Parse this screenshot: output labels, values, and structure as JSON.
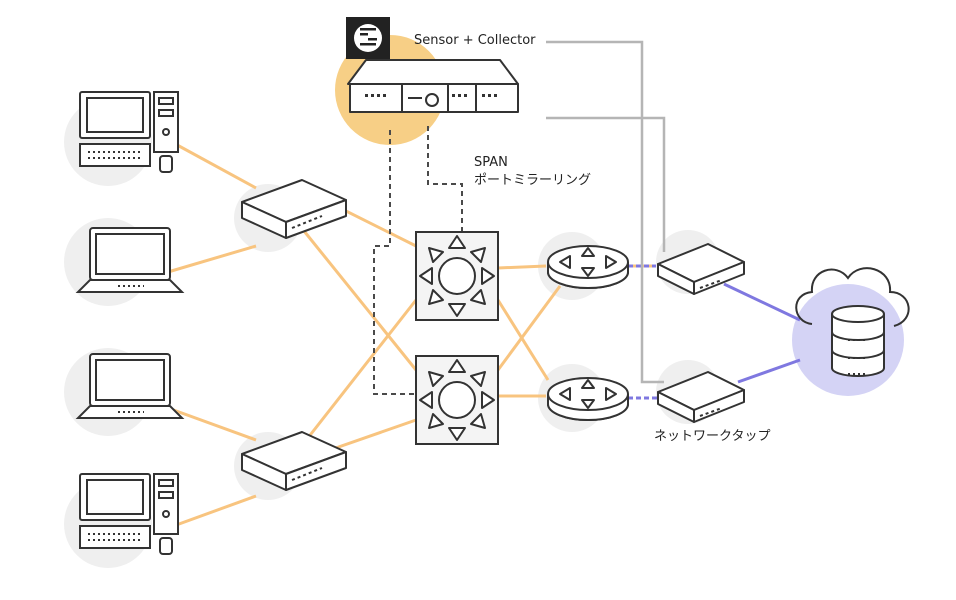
{
  "labels": {
    "sensor_collector": "Sensor + Collector",
    "span_line1": "SPAN",
    "span_line2": "ポートミラーリング",
    "network_tap": "ネットワークタップ"
  },
  "icons": {
    "logo": "g-logo-icon",
    "sensor": "sensor-appliance-icon",
    "desktop": "desktop-pc-icon",
    "laptop": "laptop-icon",
    "access_switch": "access-switch-icon",
    "core_switch": "core-switch-icon",
    "router": "router-icon",
    "tap": "network-tap-icon",
    "cloud_db": "cloud-database-icon"
  },
  "colors": {
    "orange_link": "#f8c47f",
    "purple_link": "#7f78e0",
    "gray_link": "#b5b5b5",
    "span_dashed": "#4a4a4a",
    "sensor_highlight": "#f7cf86",
    "cloud_highlight": "#d4d3f5",
    "device_circle": "#efefef"
  }
}
